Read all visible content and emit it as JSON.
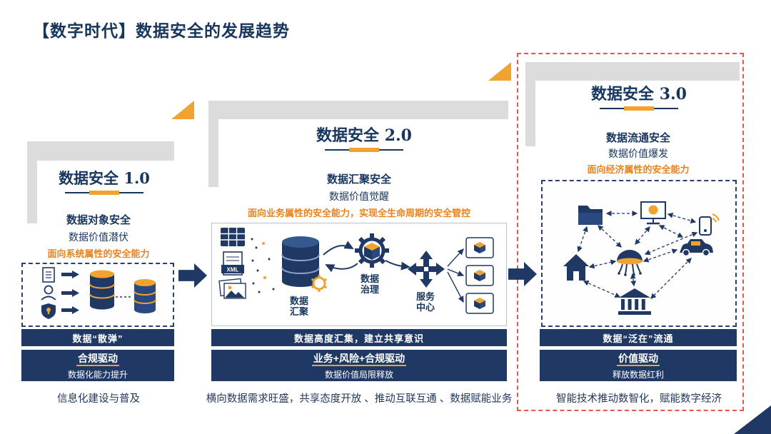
{
  "slide": {
    "title": "【数字时代】数据安全的发展趋势"
  },
  "stages": [
    {
      "title": "数据安全 1.0",
      "feature": "数据对象安全",
      "value_state": "数据价值潜伏",
      "capability": "面向系统属性的安全能力",
      "data_state": "数据“散弹”",
      "driver": "合规驱动",
      "driver_detail": "数据化能力提升",
      "era_caption": "信息化建设与普及"
    },
    {
      "title": "数据安全 2.0",
      "feature": "数据汇聚安全",
      "value_state": "数据价值觉醒",
      "capability": "面向业务属性的安全能力，实现全生命周期的安全管控",
      "data_state": "数据高度汇集，建立共享意识",
      "driver": "业务+风险+合规驱动",
      "driver_detail": "数据价值局限释放",
      "era_caption": "横向数据需求旺盛，共享态度开放 、推动互联互通 、数据赋能业务",
      "diagram": {
        "xml_label": "XML",
        "aggregation_label": "数据汇聚",
        "governance_label": "数据治理",
        "service_label": "服务中心"
      }
    },
    {
      "title": "数据安全 3.0",
      "feature": "数据流通安全",
      "value_state": "数据价值爆发",
      "capability": "面向经济属性的安全能力",
      "data_state": "数据“泛在”流通",
      "driver": "价值驱动",
      "driver_detail": "释放数据红利",
      "era_caption": "智能技术推动数智化，赋能数字经济"
    }
  ],
  "colors": {
    "navy": "#1f3864",
    "gold": "#f0a32f",
    "orange_text": "#e8821e",
    "step_gray": "#dcdcdc",
    "red_dashed": "#e8554d"
  }
}
